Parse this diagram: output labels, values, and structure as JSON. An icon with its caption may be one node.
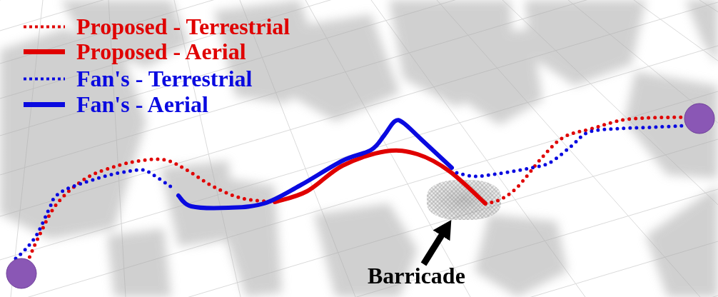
{
  "diagram": {
    "nodes": [
      {
        "text": [
          "Barricade"
        ]
      },
      {
        "text": [],
        "shape": "box"
      }
    ],
    "edges": [
      {
        "from": 0,
        "to": 1,
        "arrow": "to"
      }
    ],
    "legend": [
      {
        "text": "Proposed - Terrestrial"
      },
      {
        "text": "Proposed - Aerial"
      },
      {
        "text": "Fan's - Terrestrial"
      },
      {
        "text": "Fan's - Aerial"
      }
    ]
  }
}
